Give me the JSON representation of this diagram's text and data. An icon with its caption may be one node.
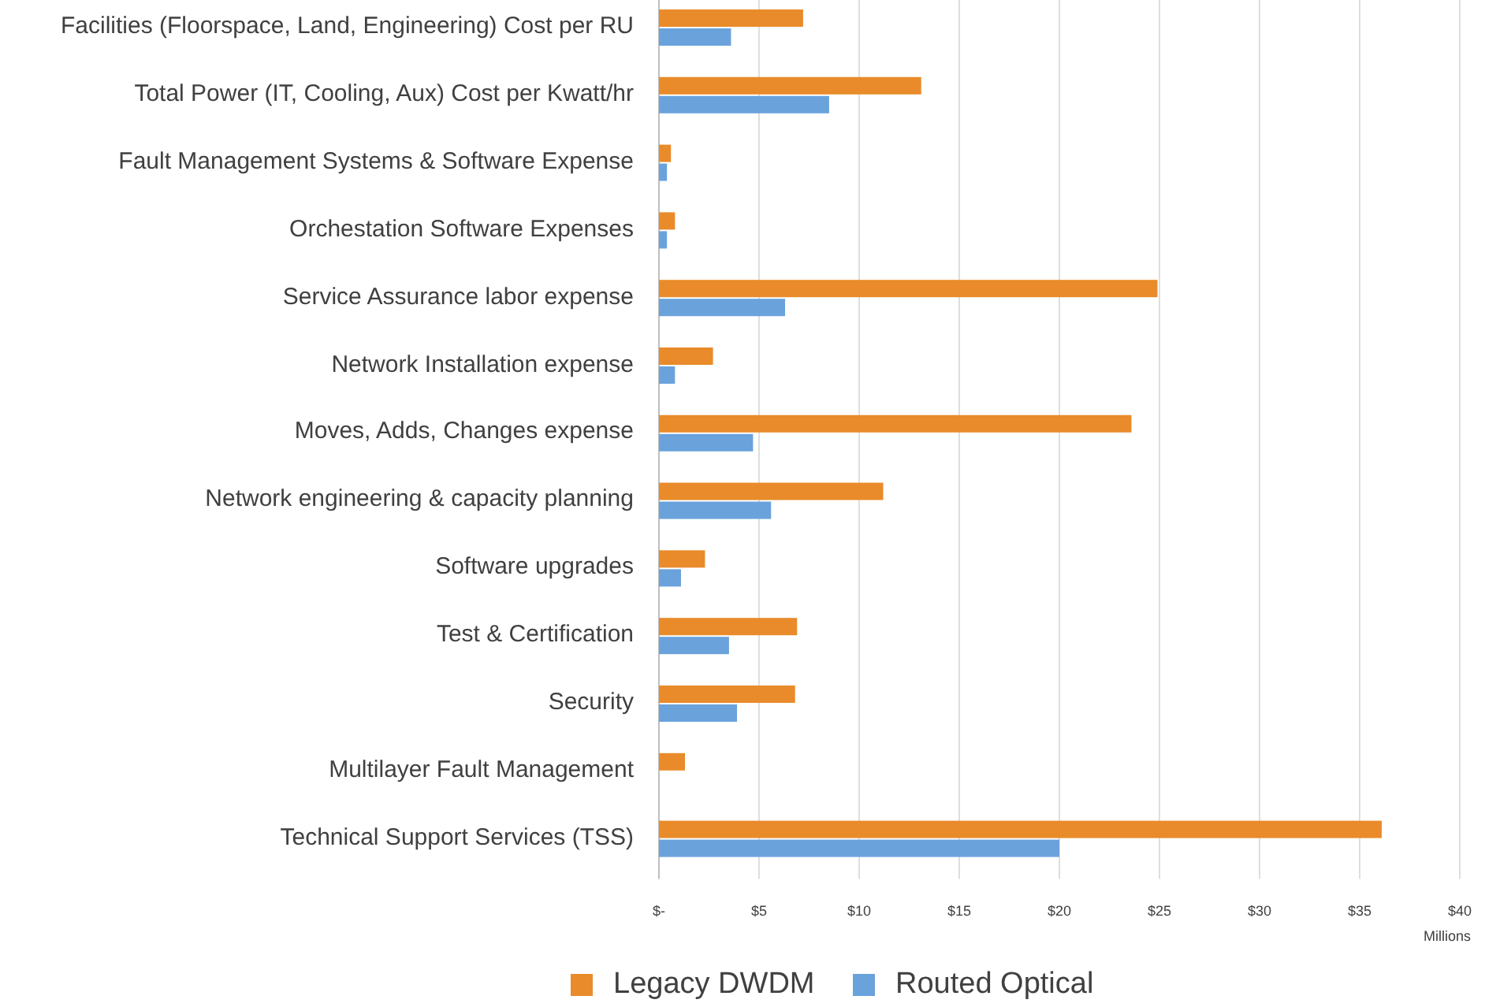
{
  "diagram": {
    "chart_data": {
      "type": "bar",
      "orientation": "horizontal",
      "xlabel": "Millions",
      "categories": [
        "Facilities (Floorspace, Land, Engineering) Cost per RU",
        "Total Power (IT, Cooling, Aux) Cost per Kwatt/hr",
        "Fault Management Systems & Software Expense",
        "Orchestation Software Expenses",
        "Service Assurance labor expense",
        "Network Installation expense",
        "Moves, Adds, Changes expense",
        "Network engineering & capacity planning",
        "Software upgrades",
        "Test & Certification",
        "Security",
        "Multilayer Fault Management",
        "Technical Support Services (TSS)"
      ],
      "series": [
        {
          "name": "Legacy DWDM",
          "color": "#e98b2a",
          "values": [
            7.2,
            13.1,
            0.6,
            0.8,
            24.9,
            2.7,
            23.6,
            11.2,
            2.3,
            6.9,
            6.8,
            1.3,
            36.1
          ]
        },
        {
          "name": "Routed Optical",
          "color": "#6aa2dc",
          "values": [
            3.6,
            8.5,
            0.4,
            0.4,
            6.3,
            0.8,
            4.7,
            5.6,
            1.1,
            3.5,
            3.9,
            null,
            20.0
          ]
        }
      ],
      "xlim": [
        0,
        40
      ],
      "grid": true,
      "legend": "bottom",
      "xticks": [
        {
          "value": 0,
          "label": "$-"
        },
        {
          "value": 5,
          "label": "$5"
        },
        {
          "value": 10,
          "label": "$10"
        },
        {
          "value": 15,
          "label": "$15"
        },
        {
          "value": 20,
          "label": "$20"
        },
        {
          "value": 25,
          "label": "$25"
        },
        {
          "value": 30,
          "label": "$30"
        },
        {
          "value": 35,
          "label": "$35"
        },
        {
          "value": 40,
          "label": "$40"
        }
      ]
    }
  }
}
